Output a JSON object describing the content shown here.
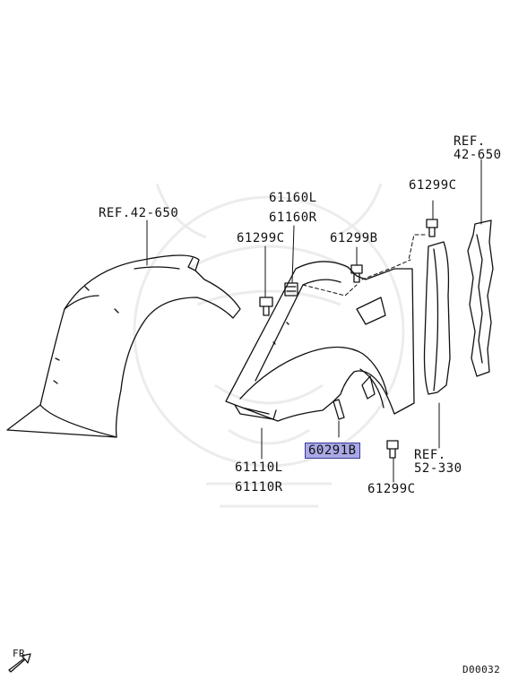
{
  "labels": {
    "ref_4650_top_a": "REF.",
    "ref_4650_top_b": "42-650",
    "ref_4650_left": "REF.42-650",
    "p61299c_right": "61299C",
    "p61160l": "61160L",
    "p61160r": "61160R",
    "p61299c_mid": "61299C",
    "p61299b": "61299B",
    "p60291b": "60291B",
    "p61110l": "61110L",
    "p61110r": "61110R",
    "ref_52330_a": "REF.",
    "ref_52330_b": "52-330",
    "p61299c_bottom": "61299C",
    "fr": "FR",
    "diagram_code": "D00032"
  },
  "highlight_color": "#a9a9e6"
}
